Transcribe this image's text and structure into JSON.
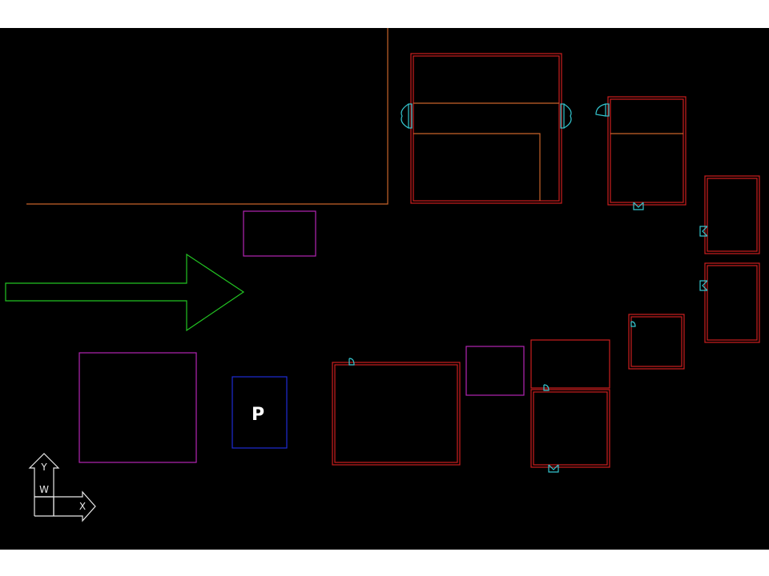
{
  "colors": {
    "background": "#000000",
    "margin": "#ffffff",
    "wall_red": "#cc1f1f",
    "orange": "#c8642a",
    "magenta": "#b324b3",
    "green": "#22c322",
    "blue": "#1e2bd6",
    "cyan": "#34c6cf",
    "white": "#e8e8e8"
  },
  "labels": {
    "parking": "P",
    "ucs_y": "Y",
    "ucs_w": "W",
    "ucs_x": "X"
  },
  "icons": {
    "direction_arrow": "green-arrow-icon",
    "ucs": "ucs-axis-icon",
    "door": "door-swing-icon"
  }
}
